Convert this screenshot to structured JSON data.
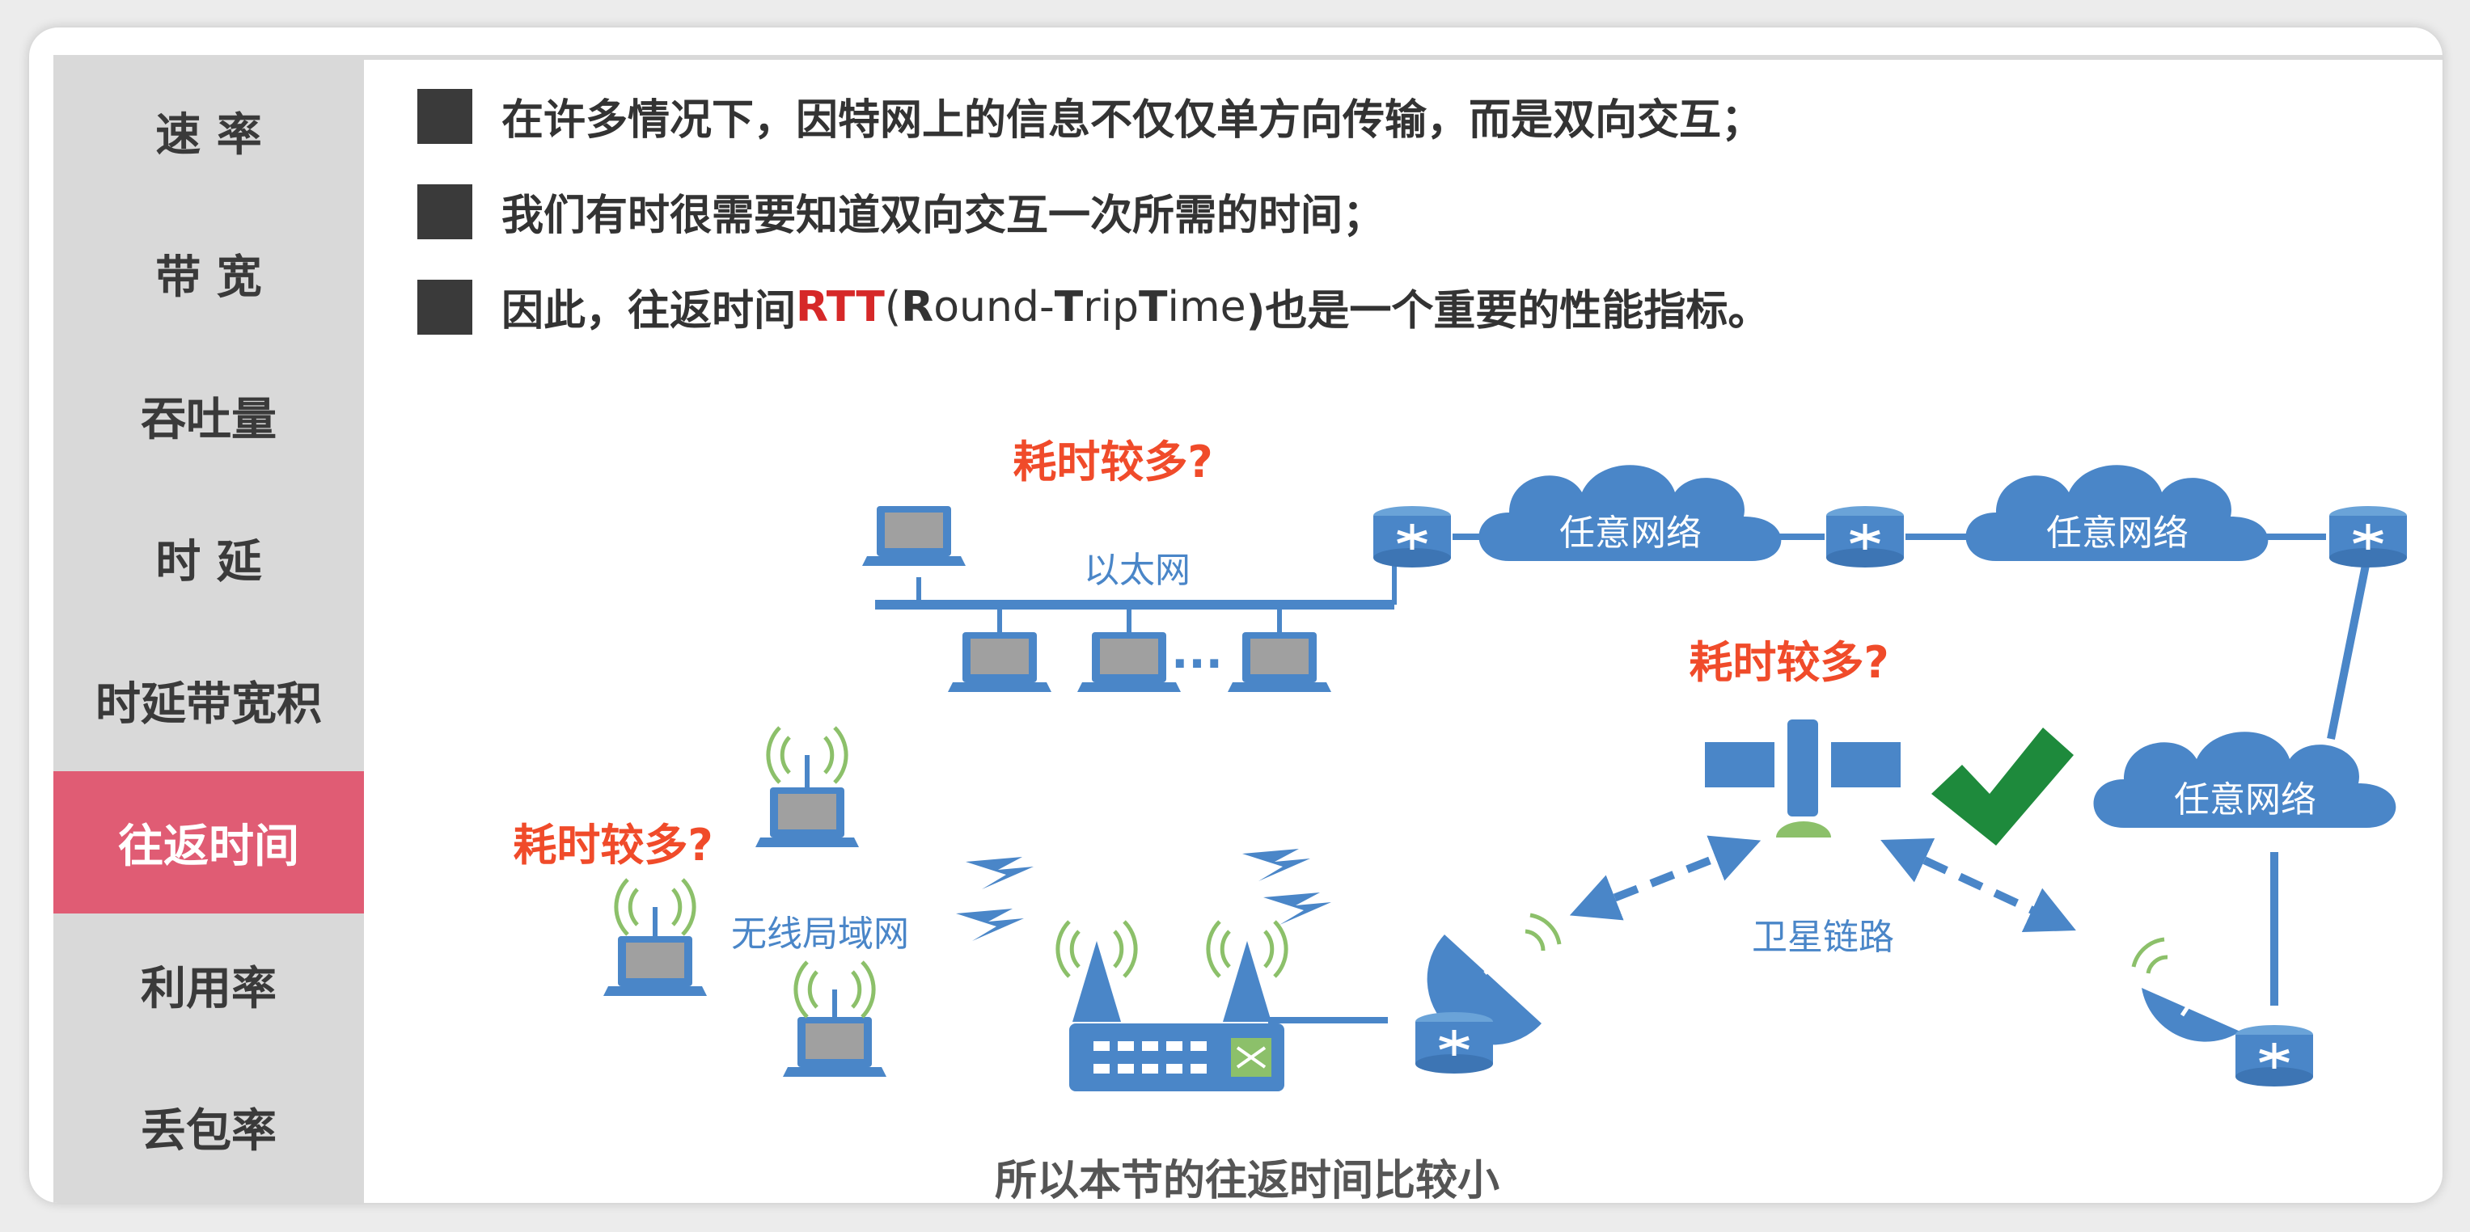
{
  "sidebar": {
    "items": [
      {
        "label": "速 率"
      },
      {
        "label": "带 宽"
      },
      {
        "label": "吞吐量"
      },
      {
        "label": "时 延"
      },
      {
        "label": "时延带宽积"
      },
      {
        "label": "往返时间",
        "active": true
      },
      {
        "label": "利用率"
      },
      {
        "label": "丢包率"
      }
    ]
  },
  "bullets": {
    "b1": "在许多情况下，因特网上的信息不仅仅单方向传输，而是双向交互；",
    "b2": "我们有时很需要知道双向交互一次所需的时间；",
    "b3_prefix": "因此，往返时间",
    "b3_rtt": "RTT",
    "b3_open": "(",
    "b3_R": "R",
    "b3_ound": "ound-",
    "b3_T": "T",
    "b3_rip": "rip ",
    "b3_T2": "T",
    "b3_ime": "ime",
    "b3_suffix": ")也是一个重要的性能指标。"
  },
  "diagram": {
    "ethernet_label": "以太网",
    "ethernet_question": "耗时较多?",
    "ellipsis": "···",
    "cloud1": "任意网络",
    "cloud2": "任意网络",
    "cloud3": "任意网络",
    "satellite_question": "耗时较多?",
    "wlan_question": "耗时较多?",
    "wlan_label": "无线局域网",
    "satellite_link_label": "卫星链路"
  },
  "bottom_caption": "所以本节的往返时间比较小",
  "colors": {
    "accent": "#e05c74",
    "device_blue": "#4a86c8",
    "question_orange": "#f04b2a",
    "check_green": "#1e8a3c",
    "rtt_red": "#d62828"
  }
}
